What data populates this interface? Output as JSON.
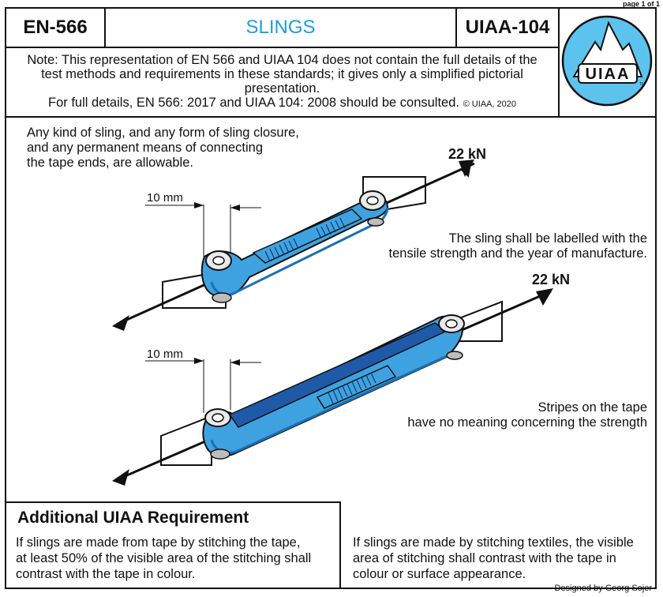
{
  "page_label": "page 1 of 1",
  "header": {
    "left_code": "EN-566",
    "title": "SLINGS",
    "right_code": "UIAA-104",
    "logo_text": "UIAA",
    "logo_tm": "TM"
  },
  "note": {
    "line1": "Note: This representation of EN 566 and UIAA 104 does not contain the full details of the",
    "line2": "test methods and requirements in these standards; it gives only a simplified pictorial",
    "line3": "presentation.",
    "line4": "For full details, EN 566: 2017 and UIAA 104: 2008 should be consulted.",
    "copyright": "© UIAA, 2020"
  },
  "diagram": {
    "intro": [
      "Any kind of sling, and any form of sling closure,",
      "and any permanent means of connecting",
      "the tape ends, are allowable."
    ],
    "force_top": "22 kN",
    "force_bottom": "22 kN",
    "dim_top": "10 mm",
    "dim_bottom": "10 mm",
    "label_note": [
      "The sling shall be labelled with the",
      "tensile strength and the year of manufacture."
    ],
    "stripes_note": [
      "Stripes on the tape",
      "have no meaning concerning the strength"
    ],
    "colors": {
      "sling": "#3fa2e0",
      "sling_dark": "#1b6fb5",
      "tape_dark": "#1e5aa8",
      "stitch": "#0d3a73"
    }
  },
  "requirements": {
    "title": "Additional UIAA Requirement",
    "left": [
      "If slings are made from tape by stitching the tape,",
      "at least 50% of the visible area of the stitching shall",
      "contrast with the tape in colour."
    ],
    "right": [
      "If slings are made by stitching textiles, the visible",
      "area of stitching shall contrast with the tape in",
      "colour or surface appearance."
    ]
  },
  "credit": "Designed by Georg Sojer"
}
